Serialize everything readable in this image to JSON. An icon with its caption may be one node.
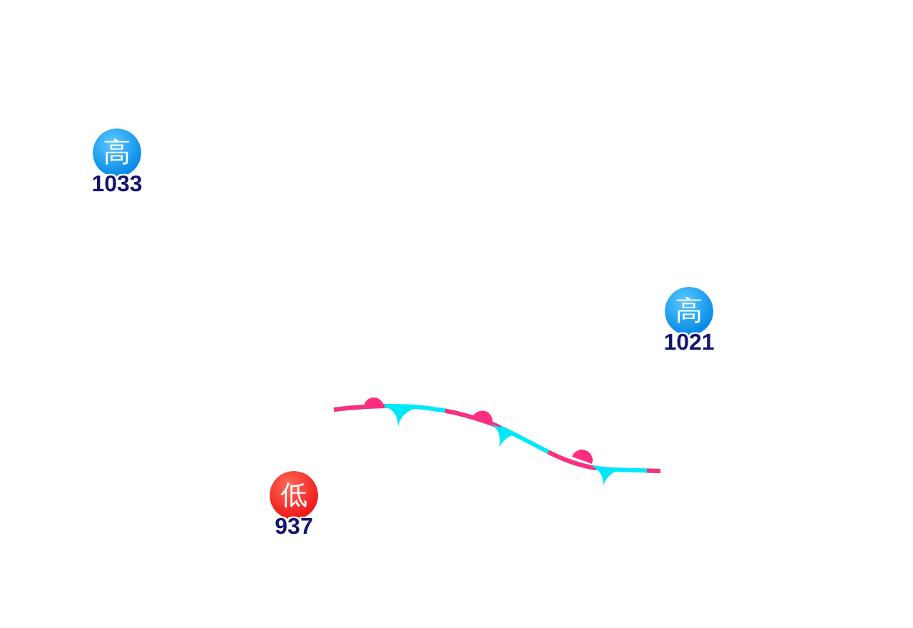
{
  "diagram": {
    "nodes": [
      {
        "text": [
          "高"
        ],
        "beside": [
          "1033"
        ]
      },
      {
        "text": [
          "高"
        ],
        "beside": [
          "1021"
        ]
      },
      {
        "text": [
          "低"
        ],
        "beside": [
          "937"
        ]
      }
    ]
  }
}
